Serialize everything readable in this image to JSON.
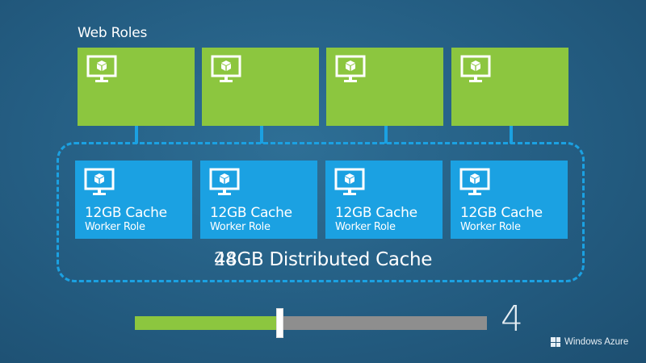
{
  "title": "Web Roles",
  "web_roles": [
    {},
    {},
    {},
    {}
  ],
  "worker_roles": [
    {
      "cache": "12GB Cache",
      "role": "Worker Role"
    },
    {
      "cache": "12GB Cache",
      "role": "Worker Role"
    },
    {
      "cache": "12GB Cache",
      "role": "Worker Role"
    },
    {
      "cache": "12GB Cache",
      "role": "Worker Role"
    }
  ],
  "total": {
    "num_a": "48",
    "num_b": "24",
    "suffix": "GB Distributed Cache"
  },
  "slider": {
    "value": 0.41
  },
  "instance_count": "4",
  "brand": "Windows Azure",
  "colors": {
    "web_role": "#8cc63f",
    "worker_role": "#1ba1e2",
    "background": "#245d82"
  }
}
